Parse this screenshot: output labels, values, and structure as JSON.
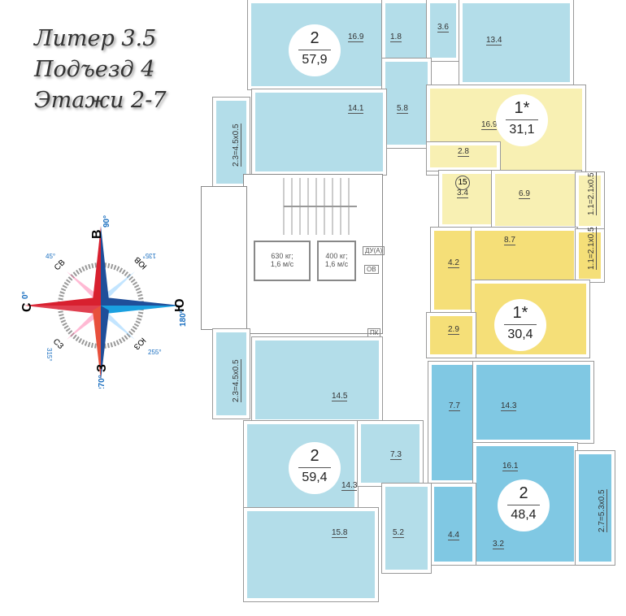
{
  "heading": {
    "line1": "Литер 3.5",
    "line2": "Подъезд 4",
    "line3": "Этажи 2-7"
  },
  "compass": {
    "north": "С",
    "north_deg": "0°",
    "east": "В",
    "east_deg": "90°",
    "south": "Ю",
    "south_deg": "180°",
    "west": "З",
    "west_deg": "270°",
    "ne": "СВ",
    "ne_deg": "45°",
    "se": "ЮВ",
    "se_deg": "135°",
    "sw": "ЮЗ",
    "sw_deg": "255°",
    "nw": "СЗ",
    "nw_deg": "315°",
    "colors": {
      "red": "#d8202f",
      "blue": "#1f4f9a",
      "light_blue": "#1aa0e0"
    }
  },
  "apartments": [
    {
      "rooms": "2",
      "area": "57,9",
      "color": "#b3dde9"
    },
    {
      "rooms": "1*",
      "area": "31,1",
      "color": "#f8f0b3"
    },
    {
      "rooms": "1*",
      "area": "30,4",
      "color": "#f5df78"
    },
    {
      "rooms": "2",
      "area": "59,4",
      "color": "#b3dde9"
    },
    {
      "rooms": "2",
      "area": "48,4",
      "color": "#80c8e3"
    }
  ],
  "room_areas": {
    "a1": [
      "16.9",
      "1.8",
      "3.6",
      "13.4",
      "14.1",
      "5.8",
      "2.3=4.5х0.5"
    ],
    "a2": [
      "16.9",
      "2.8",
      "3.4",
      "6.9",
      "1.1=2.1х0.5"
    ],
    "a2_number": "15",
    "a3": [
      "8.7",
      "4.2",
      "2.9",
      "1.1=2.1х0.5"
    ],
    "a4": [
      "14.5",
      "2.3=4.5х0.5",
      "7.3",
      "14.3",
      "15.8",
      "5.2"
    ],
    "a5": [
      "7.7",
      "14.3",
      "16.1",
      "4.4",
      "3.2",
      "2.7=5.3х0.5"
    ]
  },
  "core": {
    "lift1": "630 кг;",
    "lift1_speed": "1,6 м/с",
    "lift2": "400 кг;",
    "lift2_speed": "1,6 м/с",
    "du": "ДУ(А)",
    "ov": "ОВ",
    "pk": "ПК"
  }
}
